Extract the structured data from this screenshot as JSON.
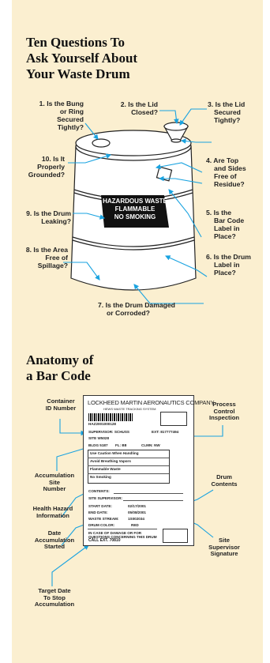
{
  "section1": {
    "title_lines": [
      "Ten Questions To",
      "Ask Yourself About",
      "Your Waste Drum"
    ],
    "questions": [
      {
        "num": "1.",
        "lines": [
          "Is the Bung",
          "or Ring",
          "Secured",
          "Tightly?"
        ]
      },
      {
        "num": "2.",
        "lines": [
          "Is the Lid",
          "Closed?"
        ]
      },
      {
        "num": "3.",
        "lines": [
          "Is the Lid",
          "Secured",
          "Tightly?"
        ]
      },
      {
        "num": "4.",
        "lines": [
          "Are Top",
          "and Sides",
          "Free of",
          "Residue?"
        ]
      },
      {
        "num": "5.",
        "lines": [
          "Is the",
          "Bar Code",
          "Label in",
          "Place?"
        ]
      },
      {
        "num": "6.",
        "lines": [
          "Is the Drum",
          "Label in",
          "Place?"
        ]
      },
      {
        "num": "7.",
        "lines": [
          "Is the Drum Damaged",
          "or Corroded?"
        ]
      },
      {
        "num": "8.",
        "lines": [
          "Is the Area",
          "Free of",
          "Spillage?"
        ]
      },
      {
        "num": "9.",
        "lines": [
          "Is the Drum",
          "Leaking?"
        ]
      },
      {
        "num": "10.",
        "lines": [
          "Is It",
          "Properly",
          "Grounded?"
        ]
      }
    ],
    "drum_label": [
      "HAZARDOUS WASTE",
      "FLAMMABLE",
      "NO SMOKING"
    ]
  },
  "section2": {
    "title_lines": [
      "Anatomy of",
      "a Bar Code"
    ],
    "callouts": {
      "container_id": [
        "Container",
        "ID Number"
      ],
      "process_control": [
        "Process",
        "Control",
        "Inspection"
      ],
      "accumulation_site": [
        "Accumulation",
        "Site",
        "Number"
      ],
      "drum_contents": [
        "Drum",
        "Contents"
      ],
      "health_hazard": [
        "Health Hazard",
        "Information"
      ],
      "date_started": [
        "Date",
        "Accumulation",
        "Started"
      ],
      "site_supervisor": [
        "Site",
        "Supervisor",
        "Signature"
      ],
      "target_date": [
        "Target Date",
        "To Stop",
        "Accumulation"
      ]
    },
    "card": {
      "company": "LOCKHEED MARTIN AERONAUTICS COMPANY",
      "system": "HEWS WASTE TRACKING SYSTEM",
      "barcode_id": "HAZ2001000128",
      "supervisor": "SUPERVISOR: SCHUSS",
      "ext": "EXT: 817777494",
      "site": "SITE W5028",
      "bldg": "BLDG 5187",
      "fl": "FL: B8",
      "clmn": "CLMN: NW",
      "hazards": [
        "Use Caution When Handling",
        "Avoid Breathing Vapors",
        "Flammable Waste",
        "No Smoking"
      ],
      "contents_label": "CONTENTS:",
      "site_supervisor_label": "SITE SUPERVISOR:",
      "start_date_label": "START DATE:",
      "start_date": "02/17/2001",
      "end_date_label": "END DATE:",
      "end_date": "05/08/2001",
      "waste_stream_label": "WASTE STREAM:",
      "waste_stream": "1S002034",
      "drum_color_label": "DRUM COLOR:",
      "drum_color": "RED",
      "damage_lines": [
        "IN CASE OF DAMAGE OR FOR",
        "QUESTIONS CONCERNING THIS DRUM"
      ],
      "call_ext": "CALL EXT. 70810"
    }
  },
  "colors": {
    "panel": "#fbefd0",
    "arrow": "#1aa3e0",
    "drum_stroke": "#222222"
  }
}
